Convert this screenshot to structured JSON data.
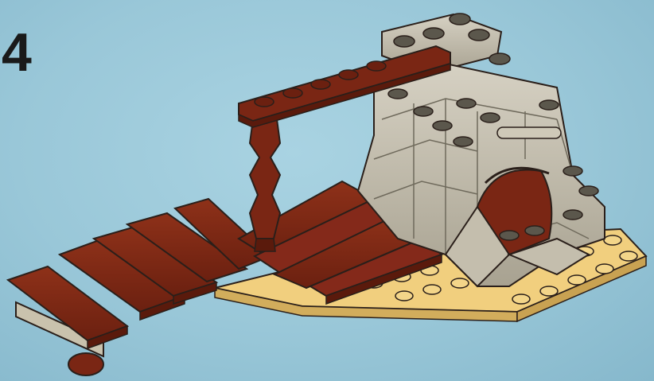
{
  "step": {
    "number": "4"
  },
  "colors": {
    "background": "#9fcddd",
    "wood_brown": "#7a2614",
    "stone_gray": "#b3ad9c",
    "sand_tan": "#f1cf7e",
    "outline": "#2a1f1a"
  },
  "icons": [
    "lego-stone-arch",
    "lego-plank-bridge",
    "lego-tan-base-plate",
    "lego-brown-post"
  ]
}
